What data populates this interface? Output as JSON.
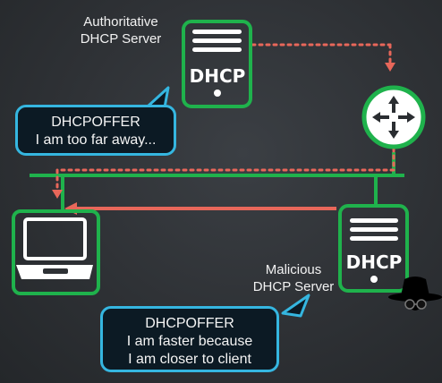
{
  "authoritative_server": {
    "label_line1": "Authoritative",
    "label_line2": "DHCP Server",
    "badge": "DHCP"
  },
  "malicious_server": {
    "label_line1": "Malicious",
    "label_line2": "DHCP Server",
    "badge": "DHCP"
  },
  "bubble_top": {
    "line1": "DHCPOFFER",
    "line2": "I am too far away..."
  },
  "bubble_bottom": {
    "line1": "DHCPOFFER",
    "line2": "I am faster because",
    "line3": "I am closer to client"
  },
  "colors": {
    "device_green": "#1fb24c",
    "offer_path_red": "#e8675a",
    "bubble_border": "#35b6e0",
    "bubble_fill": "#0c1a24"
  },
  "icons": [
    "dhcp-server-icon",
    "router-icon",
    "laptop-icon",
    "hacker-icon"
  ]
}
